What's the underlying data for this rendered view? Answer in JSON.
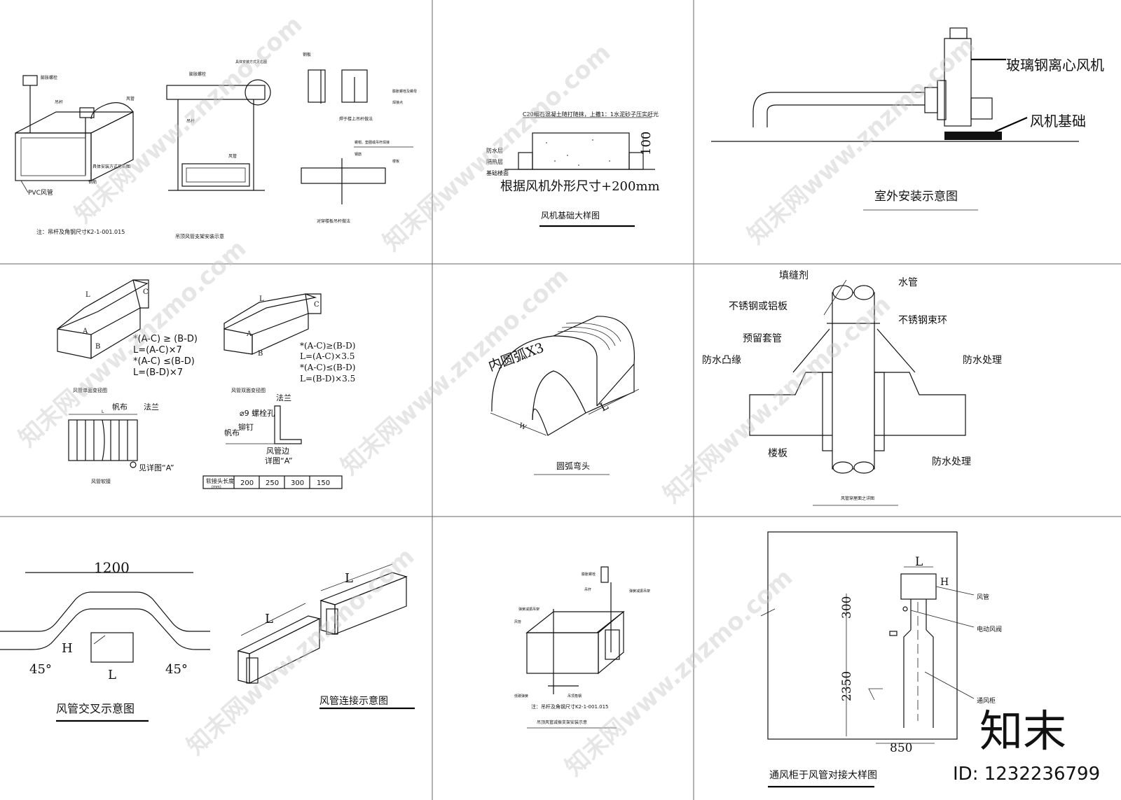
{
  "brand": {
    "logo_text": "知末",
    "id_text": "ID: 1232236799"
  },
  "watermark": {
    "text": "知末网www.znzmo.com"
  },
  "panels": {
    "p1": {
      "notes": [
        "注：吊杆及角钢尺寸K2-1-001.015"
      ],
      "captions": [
        "吊顶风管支架安装示意",
        "焊于楼上吊杆做法",
        "对穿楼板吊杆做法"
      ],
      "labels": [
        "膨胀螺栓",
        "吊杆",
        "风管",
        "PVC风管",
        "固定螺栓或合金",
        "角钢",
        "具体安装方式见右图",
        "钢板",
        "膨胀螺栓及螺母",
        "焊接点",
        "螺帽、垫圈或吊杆焊接",
        "钢筋",
        "楼板"
      ]
    },
    "p2": {
      "top_note": "C20细石混凝土随打随抹，上撒1：1水泥砂子压实赶光",
      "dim_100": "100",
      "layers": [
        "防水层",
        "隔热层",
        "基础楼面"
      ],
      "size_note": "根据风机外形尺寸+200mm",
      "title": "风机基础大样图"
    },
    "p3": {
      "callouts": [
        "玻璃钢离心风机",
        "风机基础"
      ],
      "title": "室外安装示意图"
    },
    "p4": {
      "letters": [
        "L",
        "C",
        "A",
        "B",
        "L",
        "C",
        "A",
        "B",
        "L"
      ],
      "formula_left": [
        "*(A-C) ≥ (B-D)",
        "L=(A-C)×7",
        "*(A-C) ≤(B-D)",
        "L=(B-D)×7"
      ],
      "formula_right": [
        "*(A-C)≥(B-D)",
        "L=(A-C)×3.5",
        "*(A-C)≤(B-D)",
        "L=(B-D)×3.5"
      ],
      "captions": [
        "风管单面变径图",
        "风管双面变径图",
        "风管软接"
      ],
      "labels": [
        "帆布",
        "法兰",
        "见详图“A”",
        "⌀9 螺栓孔",
        "法兰",
        "铆钉",
        "帆布",
        "风管边",
        "详图“A”"
      ],
      "table": {
        "header": "软接头长度",
        "unit": "(mm)",
        "values": [
          "200",
          "250",
          "300",
          "150"
        ]
      }
    },
    "p5": {
      "label_arc": "内圆弧X3",
      "dim_l": "L",
      "dim_w": "W",
      "title": "圆弧弯头"
    },
    "p6": {
      "labels": [
        "填缝剂",
        "水管",
        "不锈钢或铝板",
        "不锈钢束环",
        "预留套管",
        "防水凸缘",
        "防水处理",
        "楼板",
        "防水处理"
      ],
      "title": "风管穿屋面之详图"
    },
    "p7": {
      "dim_top": "1200",
      "dim_h": "H",
      "dim_l": "L",
      "angle_left": "45°",
      "angle_right": "45°",
      "title": "风管交叉示意图"
    },
    "p8": {
      "dim_l1": "L",
      "dim_l2": "L",
      "title": "风管连接示意图"
    },
    "p9": {
      "labels": [
        "膨胀螺栓",
        "吊杆",
        "弹簧减振吊架",
        "弹簧减振吊架",
        "风管",
        "低碳弹簧",
        "吊顶角钢"
      ],
      "note": "注：吊杆及角钢尺寸K2-1-001.015",
      "title": "吊顶风管减振支架安装示意"
    },
    "p10": {
      "dim_l": "L",
      "dim_h": "H",
      "dim_300": "300",
      "dim_2350": "2350",
      "dim_850": "850",
      "labels": [
        "风管",
        "电动风阀",
        "通风柜"
      ],
      "title": "通风柜于风管对接大样图"
    }
  }
}
